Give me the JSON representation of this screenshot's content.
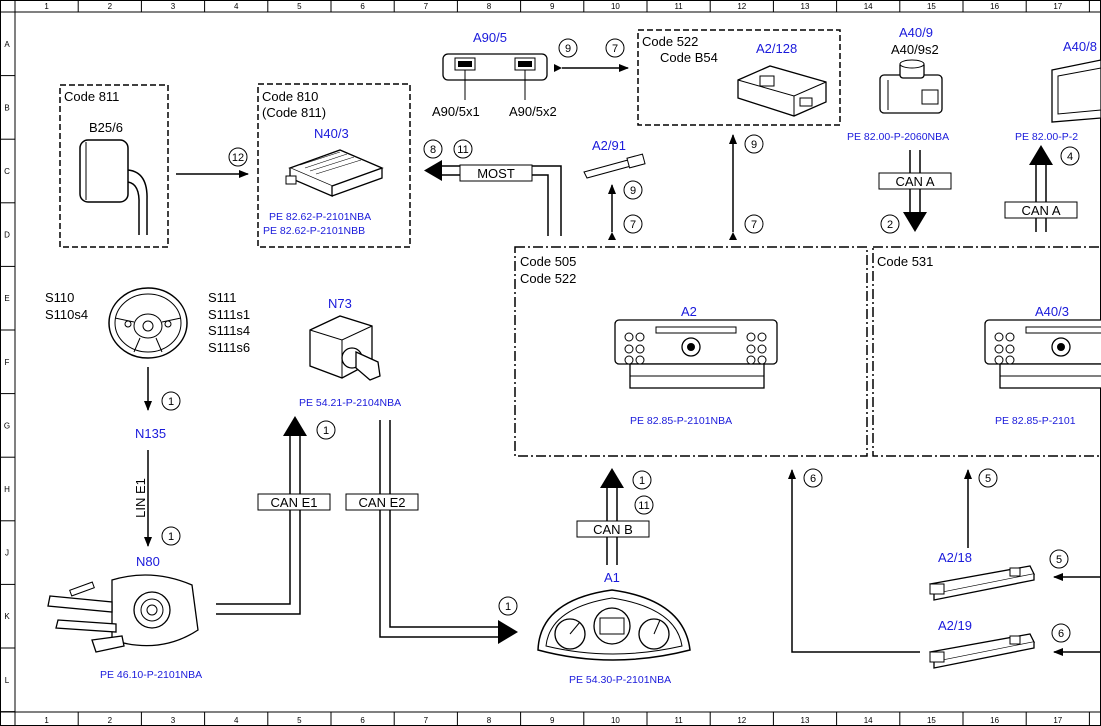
{
  "grid": {
    "columns": [
      "1",
      "2",
      "3",
      "4",
      "5",
      "6",
      "7",
      "8",
      "9",
      "10",
      "11",
      "12",
      "13",
      "14",
      "15",
      "16",
      "17"
    ],
    "rows": [
      "A",
      "B",
      "C",
      "D",
      "E",
      "F",
      "G",
      "H",
      "J",
      "K",
      "L"
    ]
  },
  "boxes": {
    "code811": {
      "lines": [
        "Code 811"
      ]
    },
    "code810": {
      "lines": [
        "Code 810",
        "(Code 811)"
      ]
    },
    "code522_top": {
      "lines": [
        "Code 522",
        "Code B54"
      ]
    },
    "code505": {
      "lines": [
        "Code 505",
        "Code 522"
      ]
    },
    "code531": {
      "lines": [
        "Code 531"
      ]
    }
  },
  "components": {
    "b25_6": {
      "label": "B25/6"
    },
    "n40_3": {
      "label": "N40/3",
      "refs": [
        "PE 82.62-P-2101NBA",
        "PE 82.62-P-2101NBB"
      ]
    },
    "a90_5": {
      "label": "A90/5",
      "sub1": "A90/5x1",
      "sub2": "A90/5x2"
    },
    "a2_128": {
      "label": "A2/128"
    },
    "a40_9": {
      "label": "A40/9",
      "sub": "A40/9s2",
      "ref": "PE 82.00-P-2060NBA"
    },
    "a40_8": {
      "label": "A40/8",
      "ref": "PE 82.00-P-2"
    },
    "a2_91": {
      "label": "A2/91"
    },
    "steering": {
      "left": [
        "S110",
        "S110s4"
      ],
      "right": [
        "S111",
        "S111s1",
        "S111s4",
        "S111s6"
      ]
    },
    "n73": {
      "label": "N73",
      "ref": "PE 54.21-P-2104NBA"
    },
    "n135": {
      "label": "N135"
    },
    "n80": {
      "label": "N80",
      "ref": "PE 46.10-P-2101NBA"
    },
    "a2": {
      "label": "A2",
      "ref": "PE 82.85-P-2101NBA"
    },
    "a40_3": {
      "label": "A40/3",
      "ref": "PE 82.85-P-2101"
    },
    "a1": {
      "label": "A1",
      "ref": "PE 54.30-P-2101NBA"
    },
    "a2_18": {
      "label": "A2/18"
    },
    "a2_19": {
      "label": "A2/19"
    }
  },
  "buses": {
    "most": "MOST",
    "can_a": "CAN A",
    "can_b": "CAN B",
    "can_e1": "CAN E1",
    "can_e2": "CAN E2",
    "lin_e1": "LIN E1"
  },
  "circle_numbers": {
    "n9_a90": "9",
    "n7_a90": "7",
    "n12": "12",
    "n8": "8",
    "n11_most": "11",
    "n9_a2_128": "9",
    "n7_a2_128": "7",
    "n9_a2_91": "9",
    "n7_a2_91": "7",
    "n2": "2",
    "n4": "4",
    "n1_n135": "1",
    "n1_n80": "1",
    "n1_n73": "1",
    "n1_a1": "1",
    "n1_a2": "1",
    "n11_a2": "11",
    "n6_up": "6",
    "n5_up": "5",
    "n5_a2_18": "5",
    "n6_a2_19": "6"
  }
}
